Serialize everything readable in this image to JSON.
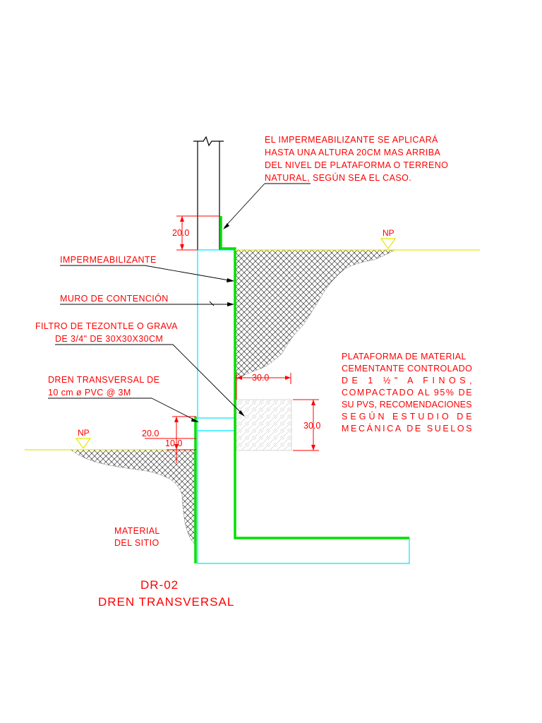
{
  "drawing": {
    "code": "DR-02",
    "title": "DREN TRANSVERSAL"
  },
  "notes": {
    "waterproof_note": [
      "EL IMPERMEABILIZANTE SE APLICARÁ",
      "HASTA UNA ALTURA 20CM MAS ARRIBA",
      "DEL NIVEL DE PLATAFORMA O TERRENO",
      "NATURAL, SEGÚN SEA EL CASO."
    ],
    "impermeabilizante": "IMPERMEABILIZANTE",
    "muro": "MURO DE CONTENCIÓN",
    "filtro": [
      "FILTRO DE TEZONTLE O GRAVA",
      "DE 3/4\" DE 30X30X30CM"
    ],
    "dren": [
      "DREN TRANSVERSAL DE",
      "10 cm ø PVC @ 3M"
    ],
    "plataforma": [
      "PLATAFORMA DE MATERIAL",
      "CEMENTANTE CONTROLADO",
      "DE 1 ½\" A FINOS,",
      "COMPACTADO AL 95% DE",
      "SU PVS, RECOMENDACIONES",
      "SEGÚN ESTUDIO DE",
      "MECÁNICA DE SUELOS"
    ],
    "material": [
      "MATERIAL",
      "DEL SITIO"
    ]
  },
  "dimensions": {
    "d_top": "20.0",
    "d_width": "30.0",
    "d_height": "30.0",
    "d_pipe_upper": "20.0",
    "d_pipe_lower": "10.0"
  },
  "levels": {
    "np_right": "NP",
    "np_left": "NP"
  },
  "colors": {
    "annotation": "#ff0000",
    "structure": "#00e5ff",
    "waterproofing": "#00e000",
    "ground_level": "#e6e600",
    "wall": "#000000"
  }
}
